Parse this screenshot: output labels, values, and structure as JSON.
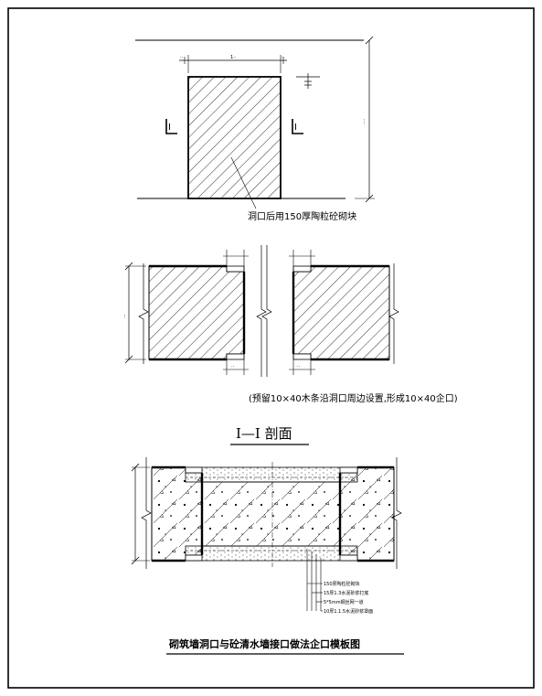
{
  "drawing": {
    "title": "砌筑墙洞口与砼清水墙接口做法企口模板图",
    "section_title": "I—I 剖面",
    "section_marks": [
      "I",
      "I"
    ],
    "elevation_note": "洞口后用150厚陶粒砼砌块",
    "plan_note": "(预留10×40木条沿洞口周边设置,形成10×40企口)",
    "layers": [
      "150厚陶粒砼砌块",
      "15厚1.3水泥砂浆打底",
      "5*5mm钢丝网一道",
      "10厚1.1.5水泥砂浆罩面"
    ],
    "dims": {
      "opening_width": "1··",
      "edge_left": "··",
      "edge_right": "··",
      "total_height": "····",
      "wall_thickness": "···",
      "groove_left": "··",
      "groove_right": "··"
    }
  }
}
